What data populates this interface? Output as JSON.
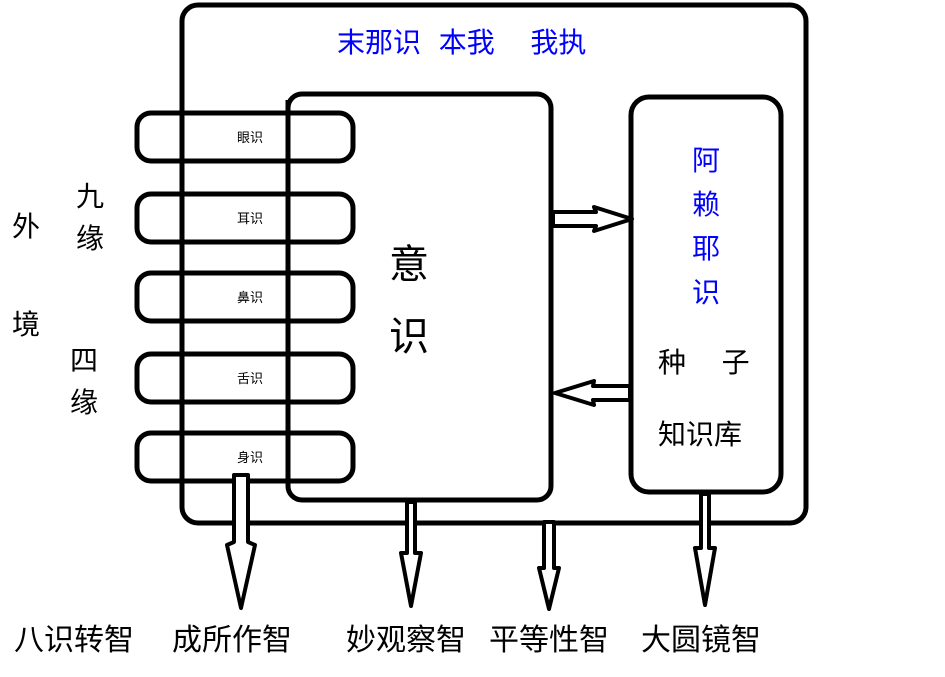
{
  "diagram": {
    "colors": {
      "stroke": "#000000",
      "accent": "#0000ff",
      "text": "#000000",
      "background": "#ffffff"
    },
    "outer_box": {
      "title": "末那识  本我    我执"
    },
    "left_labels": {
      "external": [
        "外",
        "境"
      ],
      "nine_conditions": [
        "九",
        "缘"
      ],
      "four_conditions": [
        "四",
        "缘"
      ]
    },
    "senses": [
      {
        "label": "眼识"
      },
      {
        "label": "耳识"
      },
      {
        "label": "鼻识"
      },
      {
        "label": "舌识"
      },
      {
        "label": "身识"
      }
    ],
    "mind_box": {
      "label_chars": [
        "意",
        "识"
      ]
    },
    "alaya_box": {
      "label_chars": [
        "阿",
        "赖",
        "耶",
        "识"
      ],
      "seed_label": "种    子",
      "store_label": "知识库"
    },
    "bottom_labels": {
      "header": "八识转智",
      "wisdoms": [
        "成所作智",
        "妙观察智",
        "平等性智",
        "大圆镜智"
      ]
    }
  }
}
